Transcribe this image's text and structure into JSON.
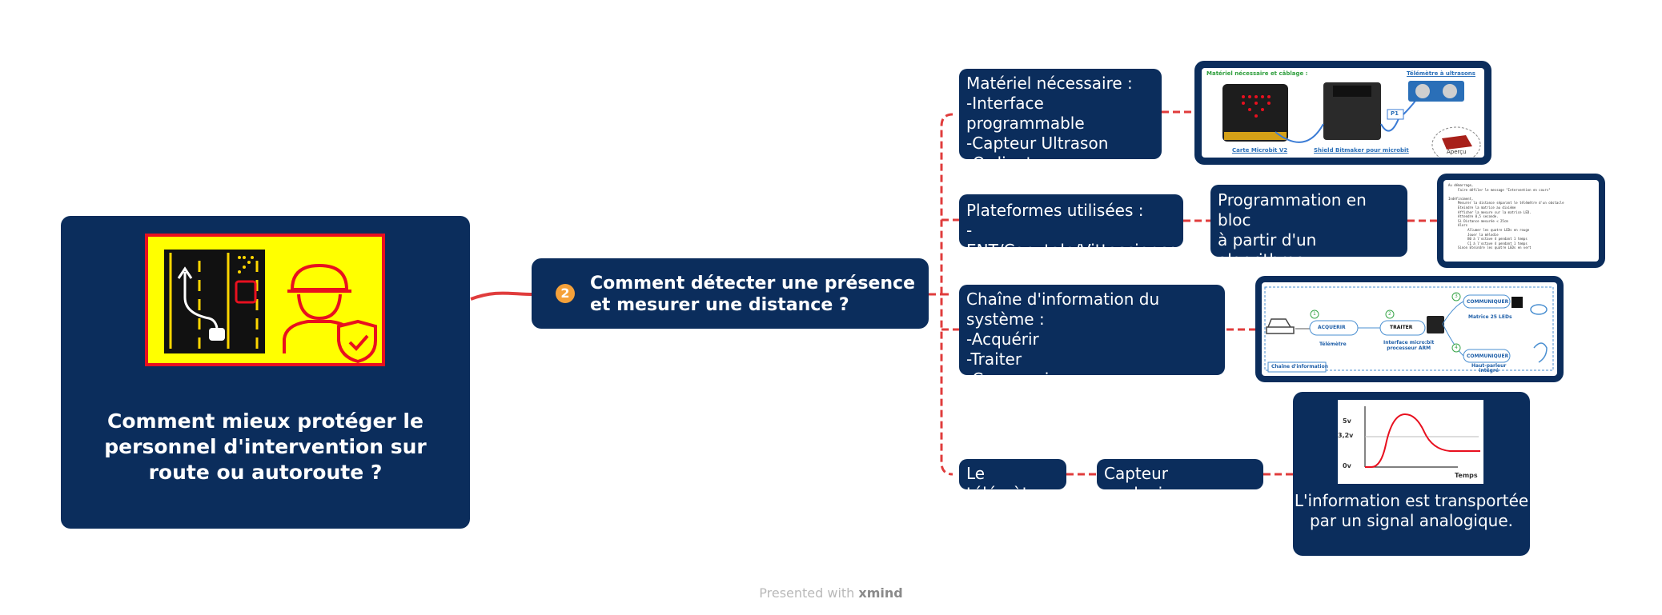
{
  "root": {
    "title": "Comment mieux protéger le personnel d'intervention sur route ou autoroute ?"
  },
  "main_topic": {
    "number": "2",
    "label": "Comment détecter une présence et mesurer une distance ?"
  },
  "branches": {
    "materiel": {
      "label": "Matériel nécessaire :\n-Interface programmable\n-Capteur Ultrason\n-Ordinateur"
    },
    "plateformes": {
      "label": "Plateformes utilisées :\n-ENT/Capytale/Vittascience"
    },
    "programmation": {
      "label": "Programmation en bloc\nà partir d'un algorithme\nen pseudo-code."
    },
    "chaine": {
      "label": "Chaîne d'information du système :\n-Acquérir\n-Traiter\n-Communiquer"
    },
    "telemetre": {
      "label": "Le télémètre"
    },
    "capteur": {
      "label": "Capteur analogique"
    },
    "information": {
      "label": "L'information est transportée\npar un signal analogique."
    }
  },
  "image_materiel": {
    "title": "Matériel nécessaire et câblage :",
    "label_carte": "Carte Microbit V2",
    "label_shield": "Shield Bitmaker pour microbit",
    "label_telemetre": "Télémètre à ultrasons",
    "label_p1": "P1",
    "label_apercu": "Aperçu"
  },
  "image_code": {
    "text": "Au démarrage,\n     Faire défiler le message \"Intervention en cours\"\n\nIndéfiniment,\n     Mesurer la distance séparant le télémètre d'un obstacle\n     Eteindre la matrice au dixième\n     Afficher la mesure sur la matrice LED.\n     Attendre 0,5 seconde.\n     Si Distance mesurée < 25cm\n     Alors\n          Allumer les quatre LEDs en rouge\n          Jouer la mélodie\n          B0 à l'octave 4 pendant 1 temps\n          C1 à l'octave 4 pendant 1 temps\n     Sinon Eteindre les quatre LEDs en vert"
  },
  "image_chaine": {
    "acquerir": "ACQUERIR",
    "telemetre": "Télémètre",
    "traiter": "TRAITER",
    "interface": "Interface micro:bit\nprocesseur ARM",
    "communiquer1": "COMMUNIQUER",
    "matrice": "Matrice 25 LEDs",
    "communiquer2": "COMMUNIQUER",
    "haut_parleur": "Haut-parleur\nintégré",
    "footer": "Chaîne d'information",
    "step1": "1",
    "step2": "2",
    "step3": "3",
    "step4": "4"
  },
  "image_signal": {
    "y_ticks": [
      "5v",
      "3,2v",
      "0v"
    ],
    "x_label": "Temps"
  },
  "footer": {
    "prefix": "Presented with",
    "brand": "xmind"
  },
  "colors": {
    "node_bg": "#0b2d5c",
    "connector": "#e03c3c",
    "badge": "#f5a13a",
    "warning_bg": "#ffff00",
    "warning_icon": "#e8101f"
  }
}
